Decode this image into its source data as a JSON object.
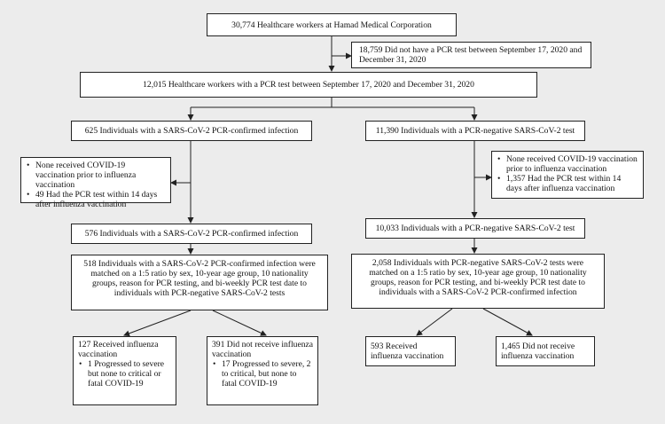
{
  "flowchart": {
    "total": "30,774 Healthcare workers at Hamad Medical Corporation",
    "excluded_no_pcr": "18,759 Did not have a PCR test between September 17, 2020 and December 31, 2020",
    "with_pcr": "12,015 Healthcare workers with a PCR test between September 17, 2020 and December 31, 2020",
    "left": {
      "confirmed": "625 Individuals with a SARS-CoV-2 PCR-confirmed infection",
      "exclusions": [
        "None received COVID-19 vaccination prior to influenza vaccination",
        "49 Had the PCR test within 14 days after influenza vaccination"
      ],
      "after_exclusion": "576 Individuals with a SARS-CoV-2 PCR-confirmed infection",
      "matched": "518 Individuals with a SARS-CoV-2 PCR-confirmed infection were matched on a 1:5 ratio by sex, 10-year age group, 10 nationality groups, reason for PCR testing, and bi-weekly PCR test date to individuals with PCR-negative SARS-CoV-2 tests",
      "vaccinated": {
        "title": "127 Received influenza vaccination",
        "detail": "1 Progressed to severe but none to critical or fatal COVID-19"
      },
      "unvaccinated": {
        "title": "391 Did not receive influenza vaccination",
        "detail": "17 Progressed to severe, 2 to critical, but none to fatal COVID-19"
      }
    },
    "right": {
      "negative": "11,390 Individuals with a PCR-negative SARS-CoV-2 test",
      "exclusions": [
        "None received COVID-19 vaccination prior to influenza vaccination",
        "1,357 Had the PCR test within 14 days after influenza vaccination"
      ],
      "after_exclusion": "10,033 Individuals with a PCR-negative SARS-CoV-2 test",
      "matched": "2,058 Individuals with PCR-negative SARS-CoV-2 tests were matched on a 1:5 ratio by sex, 10-year age group, 10 nationality groups, reason for PCR testing, and bi-weekly PCR test date to individuals with a SARS-CoV-2 PCR-confirmed infection",
      "vaccinated": "593 Received influenza vaccination",
      "unvaccinated": "1,465 Did not receive influenza vaccination"
    }
  }
}
